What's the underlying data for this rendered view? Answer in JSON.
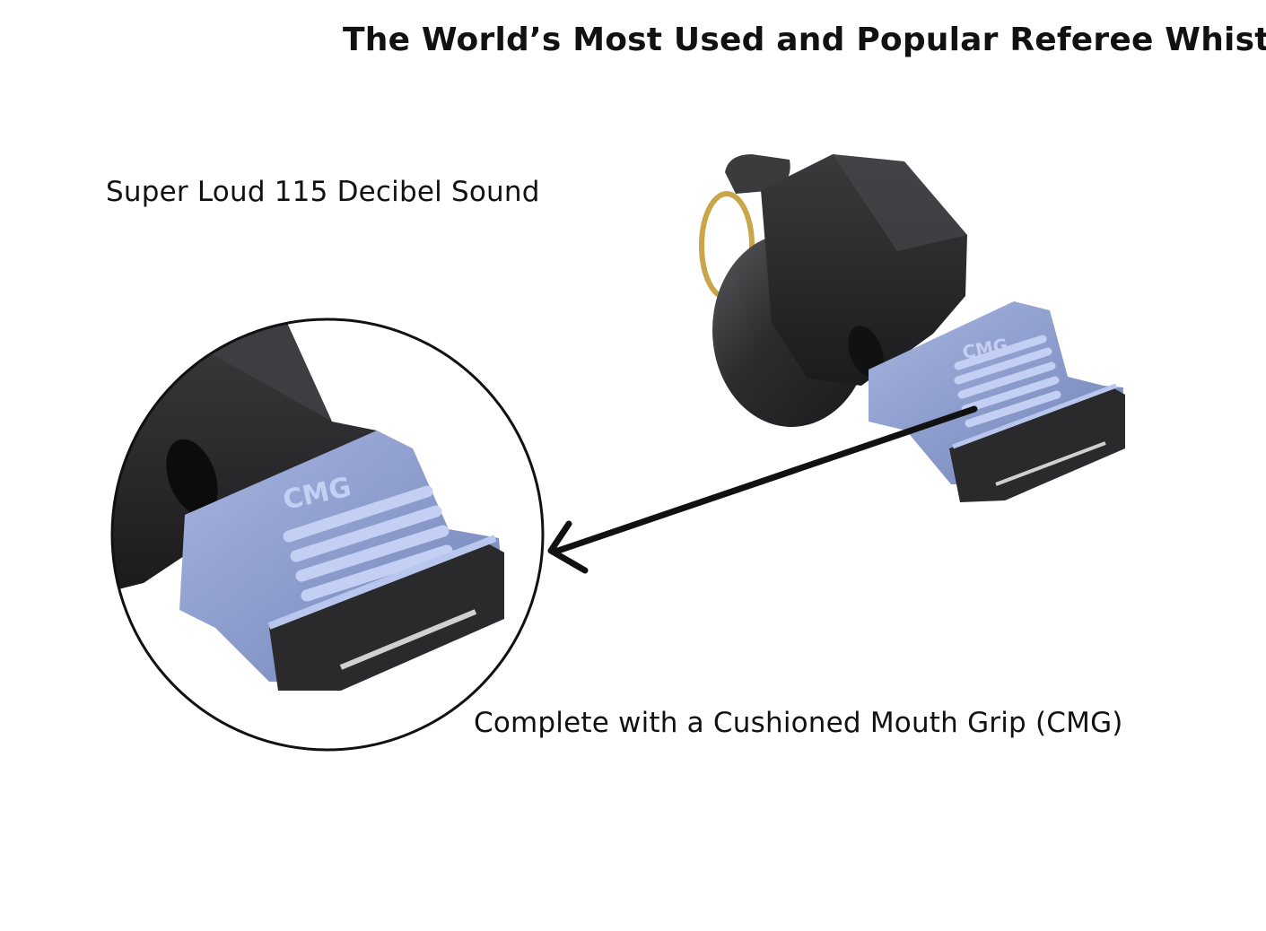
{
  "headline": "The World’s Most Used and Popular Referee Whistle",
  "features": {
    "sound": "Super Loud 115 Decibel Sound",
    "grip": "Complete with a Cushioned Mouth Grip (CMG)"
  },
  "product": {
    "grip_label": "CMG"
  },
  "colors": {
    "whistle_body": "#2f2f31",
    "grip_blue": "#8e9fce",
    "grip_highlight": "#b9c7ef",
    "ring_gold": "#c9a64a",
    "outline": "#111111"
  },
  "icons": {
    "whistle": "whistle-product-image",
    "zoom": "magnifier-circle",
    "pointer": "arrow-left"
  }
}
